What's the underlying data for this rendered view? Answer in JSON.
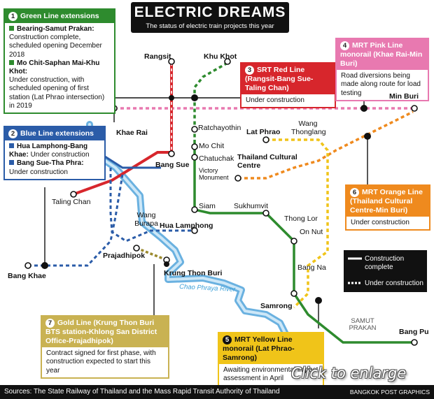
{
  "title": "ELECTRIC DREAMS",
  "subtitle": "The status of electric train projects this year",
  "colors": {
    "green": "#2e8b2e",
    "blue_line": "#2b5ca8",
    "river": "#5aa9dd",
    "red": "#d7262c",
    "pink": "#e879b0",
    "orange": "#ef8a1e",
    "yellow": "#f0c419",
    "gold": "#9b8a2e",
    "black": "#111111",
    "gray": "#333333"
  },
  "boxes": {
    "green": {
      "num": "1",
      "header": "Green Line extensions",
      "item1_title": "Bearing-Samut Prakan:",
      "item1_text": "Construction complete, scheduled opening December 2018",
      "item2_title": "Mo Chit-Saphan Mai-Khu Khot:",
      "item2_text": "Under construction, with scheduled opening of first station (Lat Phrao intersection) in 2019"
    },
    "blue": {
      "num": "2",
      "header": "Blue Line extensions",
      "item1_title": "Hua Lamphong-Bang Khae:",
      "item1_text": "Under construction",
      "item2_title": "Bang Sue-Tha Phra:",
      "item2_text": "Under construction"
    },
    "red": {
      "num": "3",
      "header": "SRT Red Line (Rangsit-Bang Sue-Taling Chan)",
      "body": "Under construction"
    },
    "pink": {
      "num": "4",
      "header": "MRT Pink Line monorail (Khae Rai-Min Buri)",
      "body": "Road diversions being made along route for load testing"
    },
    "yellow": {
      "num": "5",
      "header": "MRT Yellow Line monorail (Lat Phrao-Samrong)",
      "body": "Awaiting environmental impact assessment in April"
    },
    "orange": {
      "num": "6",
      "header": "MRT Orange Line (Thailand Cultural Centre-Min Buri)",
      "body": "Under construction"
    },
    "gold": {
      "num": "7",
      "header": "Gold Line (Krung Thon Buri BTS station-Khlong San District Office-Prajadhipok)",
      "body": "Contract signed for first phase, with construction expected to start this year"
    }
  },
  "legend": {
    "complete": "Construction complete",
    "under": "Under construction"
  },
  "places": {
    "rangsit": "Rangsit",
    "khu_khot": "Khu Khot",
    "min_buri": "Min Buri",
    "khae_rai": "Khae Rai",
    "ratchayothin": "Ratchayothin",
    "lat_phrao": "Lat Phrao",
    "wang_thonglang": "Wang Thonglang",
    "mo_chit": "Mo Chit",
    "chatuchak": "Chatuchak",
    "victory": "Victory Monument",
    "thailand_cultural": "Thailand Cultural Centre",
    "bang_sue": "Bang Sue",
    "taling_chan": "Taling Chan",
    "siam": "Siam",
    "sukhumvit": "Sukhumvit",
    "thong_lor": "Thong Lor",
    "on_nut": "On Nut",
    "wang_burapa": "Wang Burapa",
    "hua_lamphong": "Hua Lamphong",
    "prajadhipok": "Prajadhipok",
    "krung_thon_buri": "Krung Thon Buri",
    "bang_khae": "Bang Khae",
    "bang_na": "Bang Na",
    "samrong": "Samrong",
    "samut_prakan": "SAMUT PRAKAN",
    "bang_pu": "Bang Pu",
    "river": "Chao Phraya River"
  },
  "footer": {
    "sources": "Sources: The State Railway of Thailand and the Mass Rapid Transit Authority of Thailand",
    "credit": "BANGKOK POST GRAPHICS"
  },
  "click_label": "Click to enlarge"
}
